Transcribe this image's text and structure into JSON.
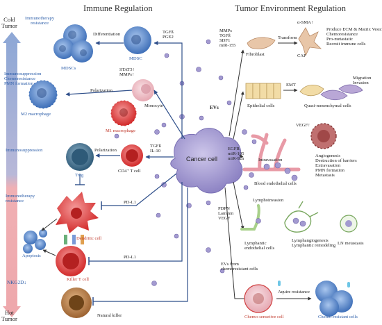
{
  "headers": {
    "immune": "Immune Regulation",
    "tumor_env": "Tumor Environment Regulation"
  },
  "axis": {
    "cold": "Cold\nTumor",
    "hot": "Hot\nTumor"
  },
  "center": {
    "cancer_cell": "Cancer cell",
    "evs": "EVs"
  },
  "immune": {
    "immunotherapy_resistance_1": "Immunotherapy\nresistance",
    "differentiation": "Differentiation",
    "mdscs": "MDSCs",
    "mdsc": "MDSC",
    "tgfb_pge2": "TGFß\nPGE2",
    "stat_mmps": "STAT3↑\nMMPs↑",
    "immunosuppression_block": "Immunosuppression\nChemoresistance\nPMN formation",
    "polarization_1": "Polarization",
    "monocyte": "Monocyte",
    "m2_macrophage": "M2 macrophage",
    "m1_macrophage": "M1 macrophage",
    "immunosuppression": "Immunosuppression",
    "polarization_2": "Polarization",
    "tgfb_il10": "TGFß\nIL-10",
    "treg": "Treg",
    "cd4_tcell": "CD4⁺ T cell",
    "immunotherapy_resistance_2": "Immunotherapy\nresistance",
    "pdl1_1": "PD-L1",
    "dendritic_cell": "Dendritic cell",
    "apoptosis": "Apoptosis",
    "pdl1_2": "PD-L1",
    "killer_tcell": "Killer T cell",
    "nkg2d": "NKG2D↓",
    "natural_killer": "Natural killer"
  },
  "tumor_env": {
    "mmps_block": "MMPs\nTGFß\nSDF1\nmiR-155",
    "fibroblast": "Fibroblast",
    "transform": "Transform",
    "alpha_sma": "α-SMA↑",
    "caf": "CAF",
    "caf_effects": "Produce ECM & Matrix Vesicles\nChemoresistance\nPro-metastatic\nRecruit immune cells",
    "emt": "EMT",
    "migration": "Migration\nInvasion",
    "epithelial": "Epithelial cells",
    "quasi": "Quasi-mesenchymal cells",
    "egfr_block": "EGFR\nmiR-105\nmiR-92a",
    "vegf_up": "VEGF↑",
    "intravasation": "Intravasation",
    "blood_endo": "Blood endothelial cells",
    "angio_block": "Angiogenesis\nDestruction of barriers\nExtravasation\nPMN formation\nMetastasis",
    "pdpn_block": "PDPN\nLaminin\nVEGF",
    "lymphoinvasion": "Lymphoinvasion",
    "lymph_endo": "Lymphantic\nendothelial cells",
    "lymphangio": "Lymphangiogenesis\nLymphantic remodeling",
    "ln_metastasis": "LN metastasis",
    "evs_from": "EVs from\nchemoresistant cells",
    "acquire": "Aquire resistance",
    "chemo_sensitive": "Chemo-sensetive cell",
    "chemo_resistant": "Chemo-resistant cells"
  },
  "colors": {
    "cold_blue": "#8fa8d6",
    "hot_red": "#eea8ac",
    "arrow_blue": "#2f4f8a",
    "cancer_purple": "#a39ad0",
    "label_blue": "#2a5ca8",
    "label_red": "#c0392b"
  }
}
